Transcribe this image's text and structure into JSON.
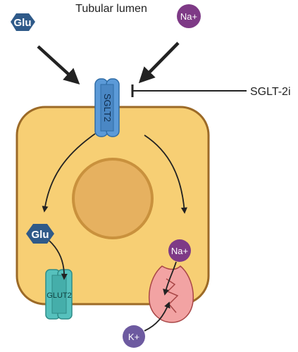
{
  "title": "Tubular lumen",
  "inhibitor_label": "SGLT-2i",
  "transporters": {
    "sglt2": "SGLT2",
    "glut2": "GLUT2"
  },
  "molecules": {
    "glucose_lumen": "Glu",
    "sodium_lumen": "Na+",
    "glucose_cell": "Glu",
    "sodium_cell": "Na+",
    "potassium": "K+"
  },
  "colors": {
    "cell_fill": "#f7cf74",
    "cell_stroke": "#9c6a27",
    "nucleus_fill": "#e6b160",
    "nucleus_stroke": "#c9913d",
    "glucose": "#2f5a89",
    "sodium": "#7e3a86",
    "potassium": "#6d5aa0",
    "sglt2": "#5b9ad8",
    "glut2": "#56c1bd",
    "pump": "#f2a3a3",
    "arrow": "#222222"
  }
}
